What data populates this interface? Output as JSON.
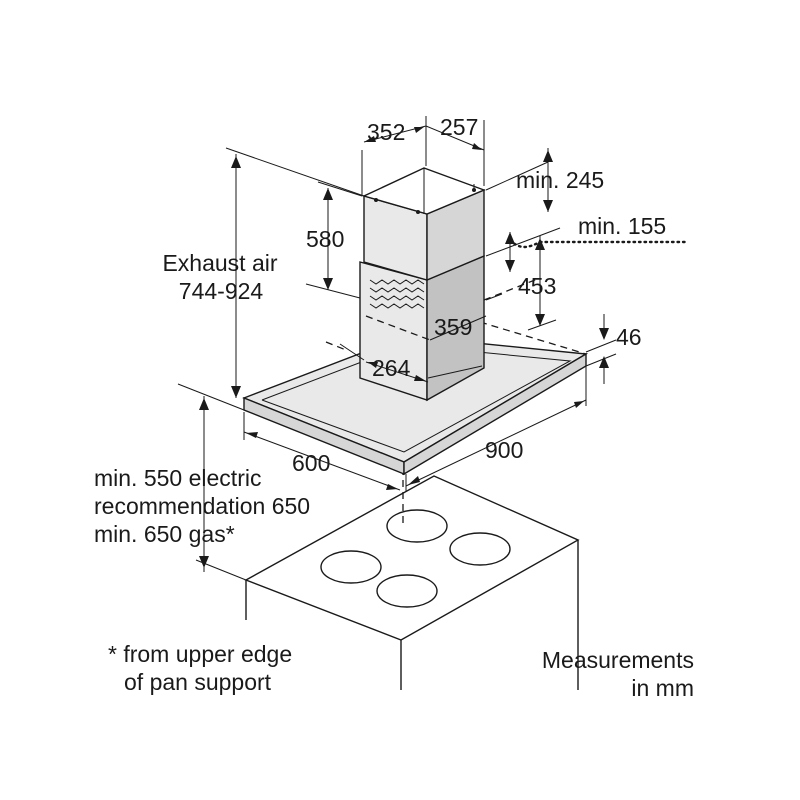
{
  "labels": {
    "width_352": "352",
    "depth_257": "257",
    "min_245": "min. 245",
    "min_155": "min. 155",
    "height_580": "580",
    "exhaust_title": "Exhaust air",
    "exhaust_range": "744-924",
    "height_453": "453",
    "width_359": "359",
    "depth_264": "264",
    "height_46": "46",
    "width_900": "900",
    "depth_600": "600",
    "clearance_1": "min. 550 electric",
    "clearance_2": "recommendation 650",
    "clearance_3": "min. 650 gas*",
    "footnote_1": "* from upper edge",
    "footnote_2": "of pan support",
    "units_1": "Measurements",
    "units_2": "in mm"
  }
}
